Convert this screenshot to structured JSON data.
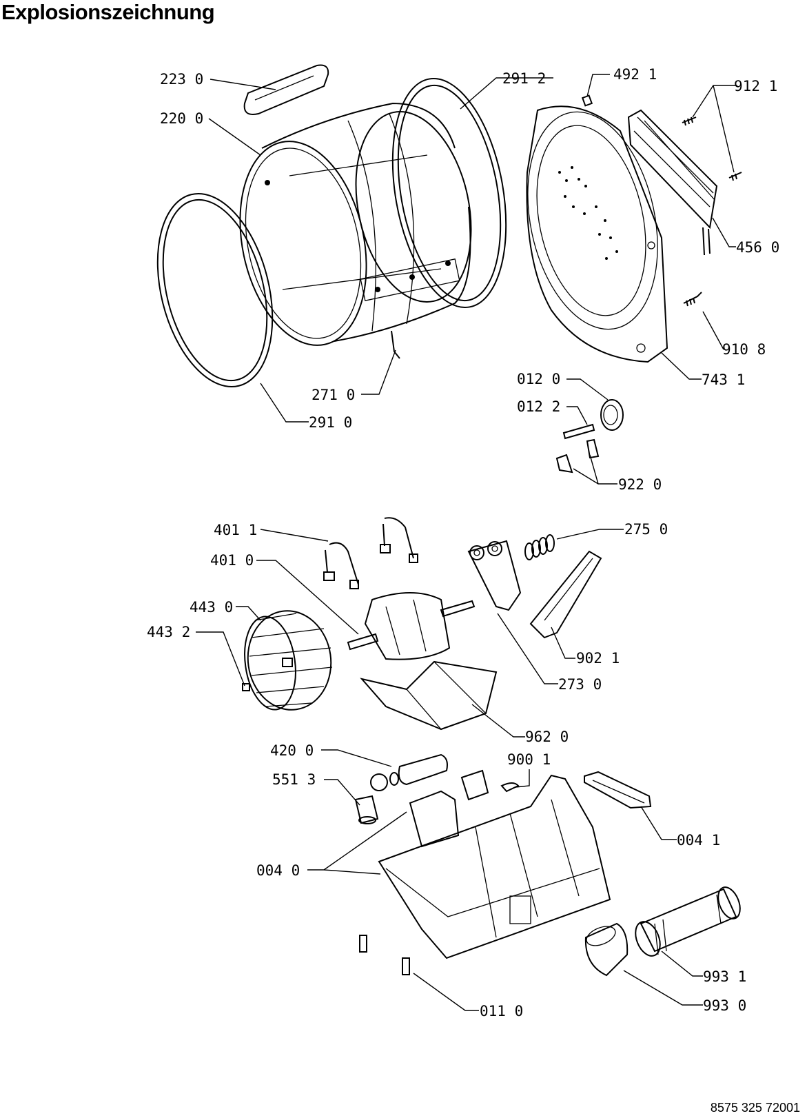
{
  "title": "Explosionszeichnung",
  "document_number": "8575 325 72001",
  "labels": [
    {
      "id": "223-0",
      "text": "223 0"
    },
    {
      "id": "220-0",
      "text": "220 0"
    },
    {
      "id": "291-2",
      "text": "291 2"
    },
    {
      "id": "492-1",
      "text": "492 1"
    },
    {
      "id": "912-1",
      "text": "912 1"
    },
    {
      "id": "456-0",
      "text": "456 0"
    },
    {
      "id": "910-8",
      "text": "910 8"
    },
    {
      "id": "743-1",
      "text": "743 1"
    },
    {
      "id": "271-0",
      "text": "271 0"
    },
    {
      "id": "291-0",
      "text": "291 0"
    },
    {
      "id": "012-0",
      "text": "012 0"
    },
    {
      "id": "012-2",
      "text": "012 2"
    },
    {
      "id": "922-0",
      "text": "922 0"
    },
    {
      "id": "401-1",
      "text": "401 1"
    },
    {
      "id": "401-0",
      "text": "401 0"
    },
    {
      "id": "275-0",
      "text": "275 0"
    },
    {
      "id": "443-0",
      "text": "443 0"
    },
    {
      "id": "443-2",
      "text": "443 2"
    },
    {
      "id": "902-1",
      "text": "902 1"
    },
    {
      "id": "273-0",
      "text": "273 0"
    },
    {
      "id": "962-0",
      "text": "962 0"
    },
    {
      "id": "420-0",
      "text": "420 0"
    },
    {
      "id": "900-1",
      "text": "900 1"
    },
    {
      "id": "551-3",
      "text": "551 3"
    },
    {
      "id": "004-1",
      "text": "004 1"
    },
    {
      "id": "004-0",
      "text": "004 0"
    },
    {
      "id": "993-1",
      "text": "993 1"
    },
    {
      "id": "993-0",
      "text": "993 0"
    },
    {
      "id": "011-0",
      "text": "011 0"
    }
  ]
}
